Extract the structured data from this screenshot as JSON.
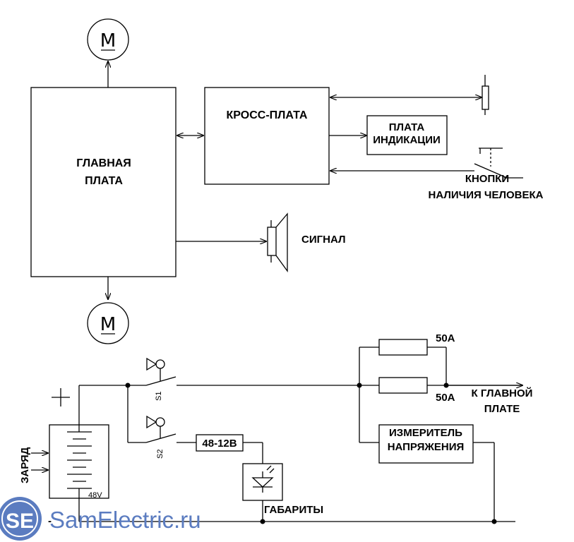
{
  "blocks": {
    "main_board_line1": "ГЛАВНАЯ",
    "main_board_line2": "ПЛАТА",
    "cross_board": "КРОСС-ПЛАТА",
    "indication_line1": "ПЛАТА",
    "indication_line2": "ИНДИКАЦИИ",
    "buttons_line1": "КНОПКИ",
    "buttons_line2": "НАЛИЧИЯ ЧЕЛОВЕКА",
    "signal": "СИГНАЛ",
    "motor_symbol": "M"
  },
  "power": {
    "plus": "+",
    "minus": "-",
    "charge": "ЗАРЯД",
    "battery_voltage": "48V",
    "switch1": "S1",
    "switch2": "S2",
    "converter": "48-12В",
    "lights": "ГАБАРИТЫ",
    "fuse1": "50A",
    "fuse2": "50A",
    "to_main_line1": "К ГЛАВНОЙ",
    "to_main_line2": "ПЛАТЕ",
    "meter_line1": "ИЗМЕРИТЕЛЬ",
    "meter_line2": "НАПРЯЖЕНИЯ"
  },
  "watermark": {
    "logo": "SE",
    "site": "SamElectric.ru",
    "color": "#5b7cc0"
  }
}
